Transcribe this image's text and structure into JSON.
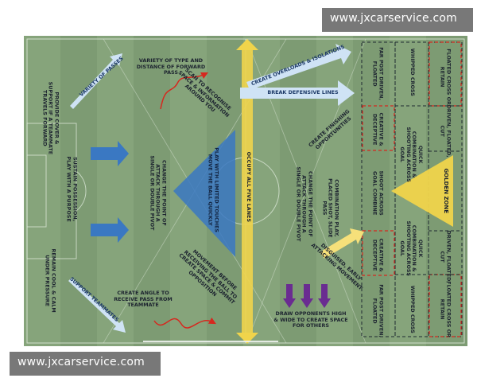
{
  "watermark": {
    "text": "www.jxcarservice.com"
  },
  "colors": {
    "pitch": "#7d9b73",
    "stripe": "#86a47b",
    "arrow_blue": "#3a78c2",
    "arrow_light": "#cfe3f5",
    "yellow": "#f0d44b",
    "purple": "#6a2c91",
    "red": "#d6281f"
  },
  "labels": {
    "provide_cover": "PROVIDE COVER &\nSUPPORT IF A TEAMMATE\nTRAVELS FORWARD",
    "variety_passes": "VARIETY OF PASSES",
    "variety_type": "VARIETY OF TYPE AND\nDISTANCE OF FORWARD\nPASS",
    "scan": "SCAN TO RECOGNISE\nSPACE & INFORMATION\nAROUND YOU",
    "sustain": "SUSTAIN POSSESSION,\nPLAY WITH A PURPOSE",
    "change_point_1": "CHANGE THE POINT OF\nATTACK THROUGH A\nSINGLE OR DOUBLE PIVOT",
    "play_limited": "PLAY WITH LIMITED TOUCHES\nMOVE THE BALL QUICKLY",
    "remain_cool": "REMAIN COOL & CALM\nUNDER PRESSURE",
    "support_teammates": "SUPPORT TEAMMATES",
    "create_angle": "CREATE ANGLE TO\nRECEIVE PASS FROM\nTEAMMATE",
    "movement_before": "MOVEMENT BEFORE\nRECEIVING THE BALL TO\nCREATE SPACE & COMMIT\nOPPOSITION",
    "occupy_lanes": "OCCUPY ALL FIVE LANES",
    "create_overloads": "CREATE OVERLOADS & ISOLATIONS",
    "break_lines": "BREAK DEFENSIVE LINES",
    "create_finishing": "CREATE FINISHING\nOPPORTUNITIES",
    "change_point_2": "CHANGE THE POINT OF\nATTACK THROUGH A\nSINGLE OR DOUBLE PIVOT",
    "combination_play": "COMBINATION PLAY,\nPLACED SHOT, SLIDE\nPASS",
    "disguised": "DISGUISED, EARLY\nATTACKING MOVEMENT",
    "draw_opponents": "DRAW OPPONENTS HIGH\n& WIDE TO CREATE SPACE\nFOR OTHERS",
    "far_post_top": "FAR POST DRIVEN,\nFLOATED",
    "creative_top": "CREATIVE &\nDECEPTIVE",
    "shoot_across": "SHOOT ACROSS\nGOAL COMBINE",
    "creative_bottom": "CREATIVE &\nDECEPTIVE",
    "far_post_bottom": "FAR POST DRIVEN,\nFLOATED",
    "whipped_top": "WHIPPED CROSS",
    "quick_combo_top": "QUICK\nCOMBINATION &\nSHOOTING ACROSS\nGOAL",
    "quick_combo_bottom": "QUICK\nCOMBINATION &\nSHOOTING ACROSS\nGOAL",
    "whipped_bottom": "WHIPPED CROSS",
    "floated_top": "FLOATED CROSS OR\nRETAIN",
    "driven_top": "DRIVEN, FLOATED,\nCUT",
    "golden_zone": "GOLDEN ZONE",
    "driven_bottom": "DRIVEN, FLOATED,\nCUT",
    "floated_bottom": "FLOATED CROSS OR\nRETAIN"
  }
}
